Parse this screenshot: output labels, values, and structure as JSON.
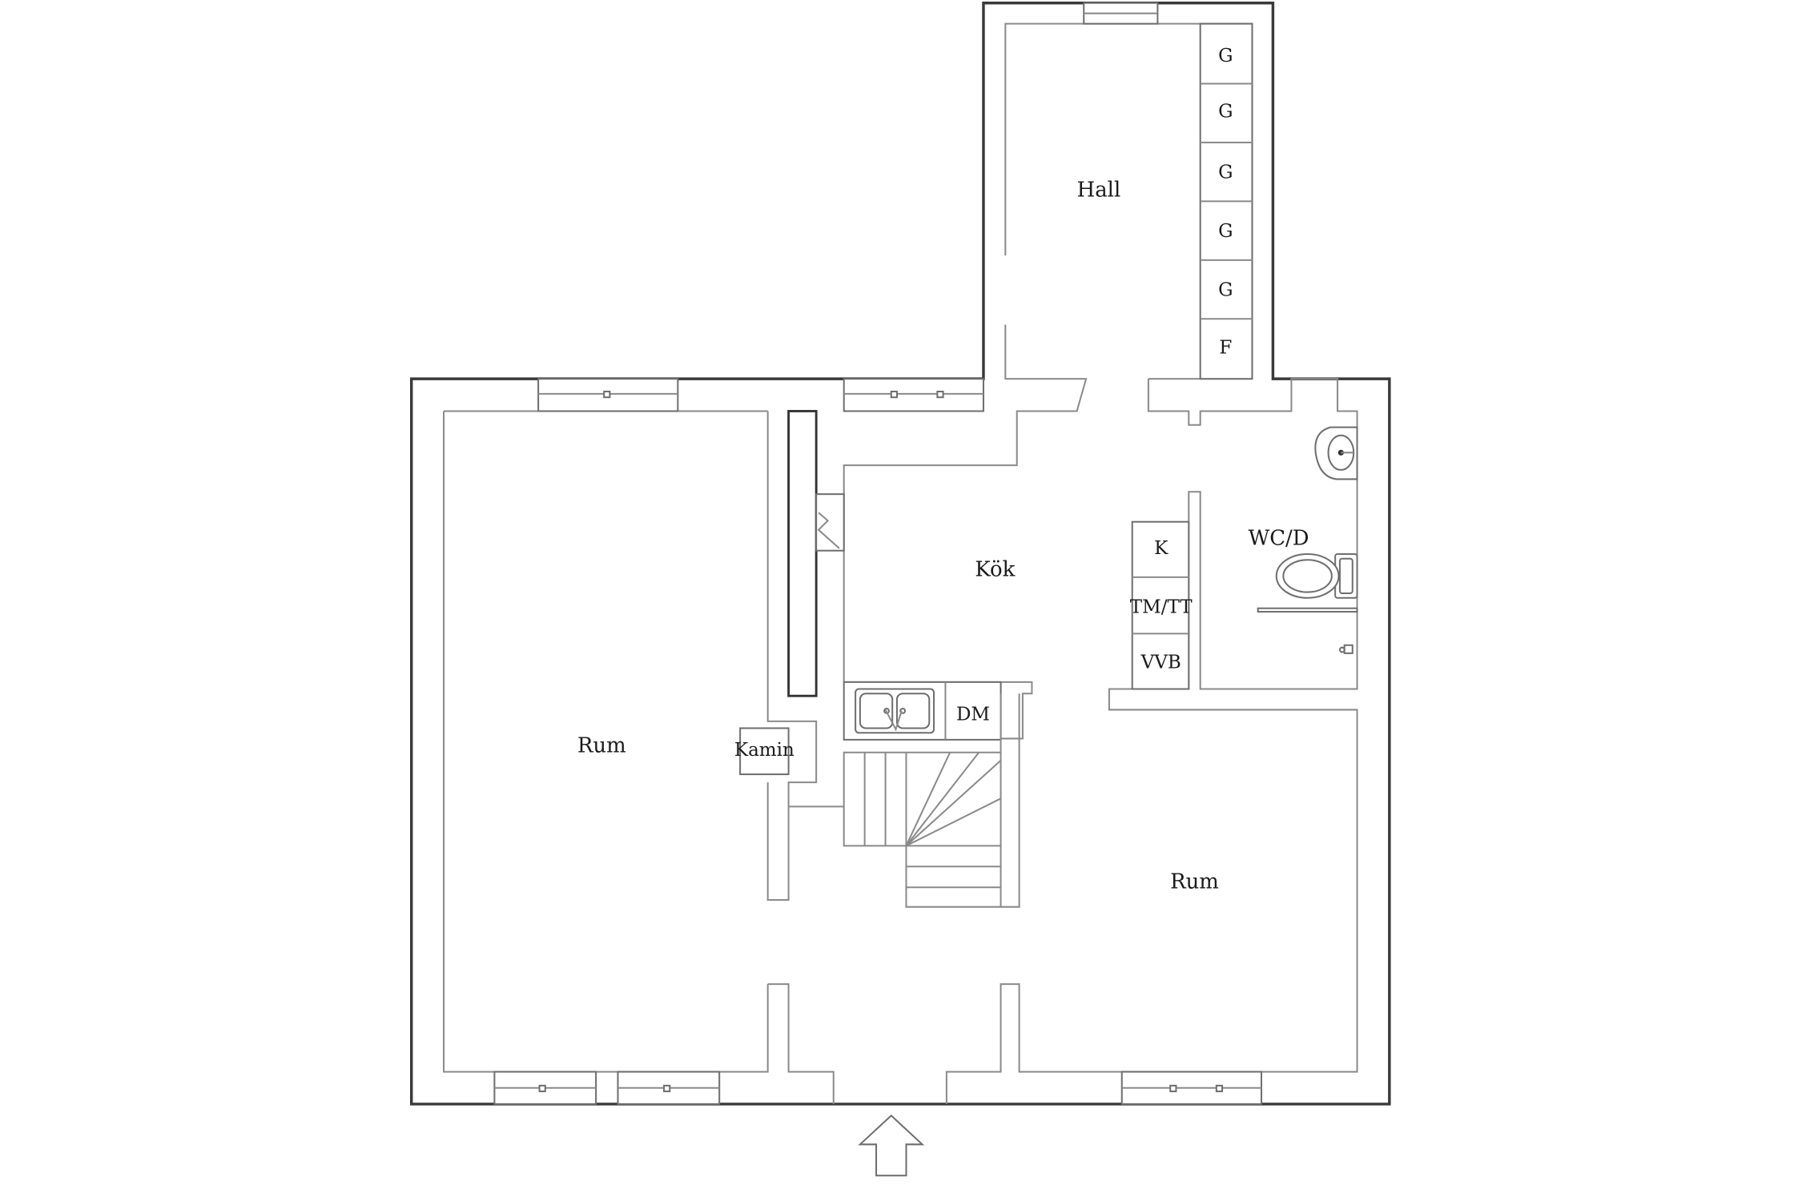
{
  "rooms": {
    "hall": "Hall",
    "kitchen": "Kök",
    "room_left": "Rum",
    "room_right": "Rum",
    "wc": "WC/D"
  },
  "fixtures": {
    "wardrobes": [
      "G",
      "G",
      "G",
      "G",
      "G",
      "F"
    ],
    "kitchen_units": [
      "K",
      "TM/TT",
      "VVB"
    ],
    "dishwasher": "DM",
    "fireplace": "Kamin"
  }
}
